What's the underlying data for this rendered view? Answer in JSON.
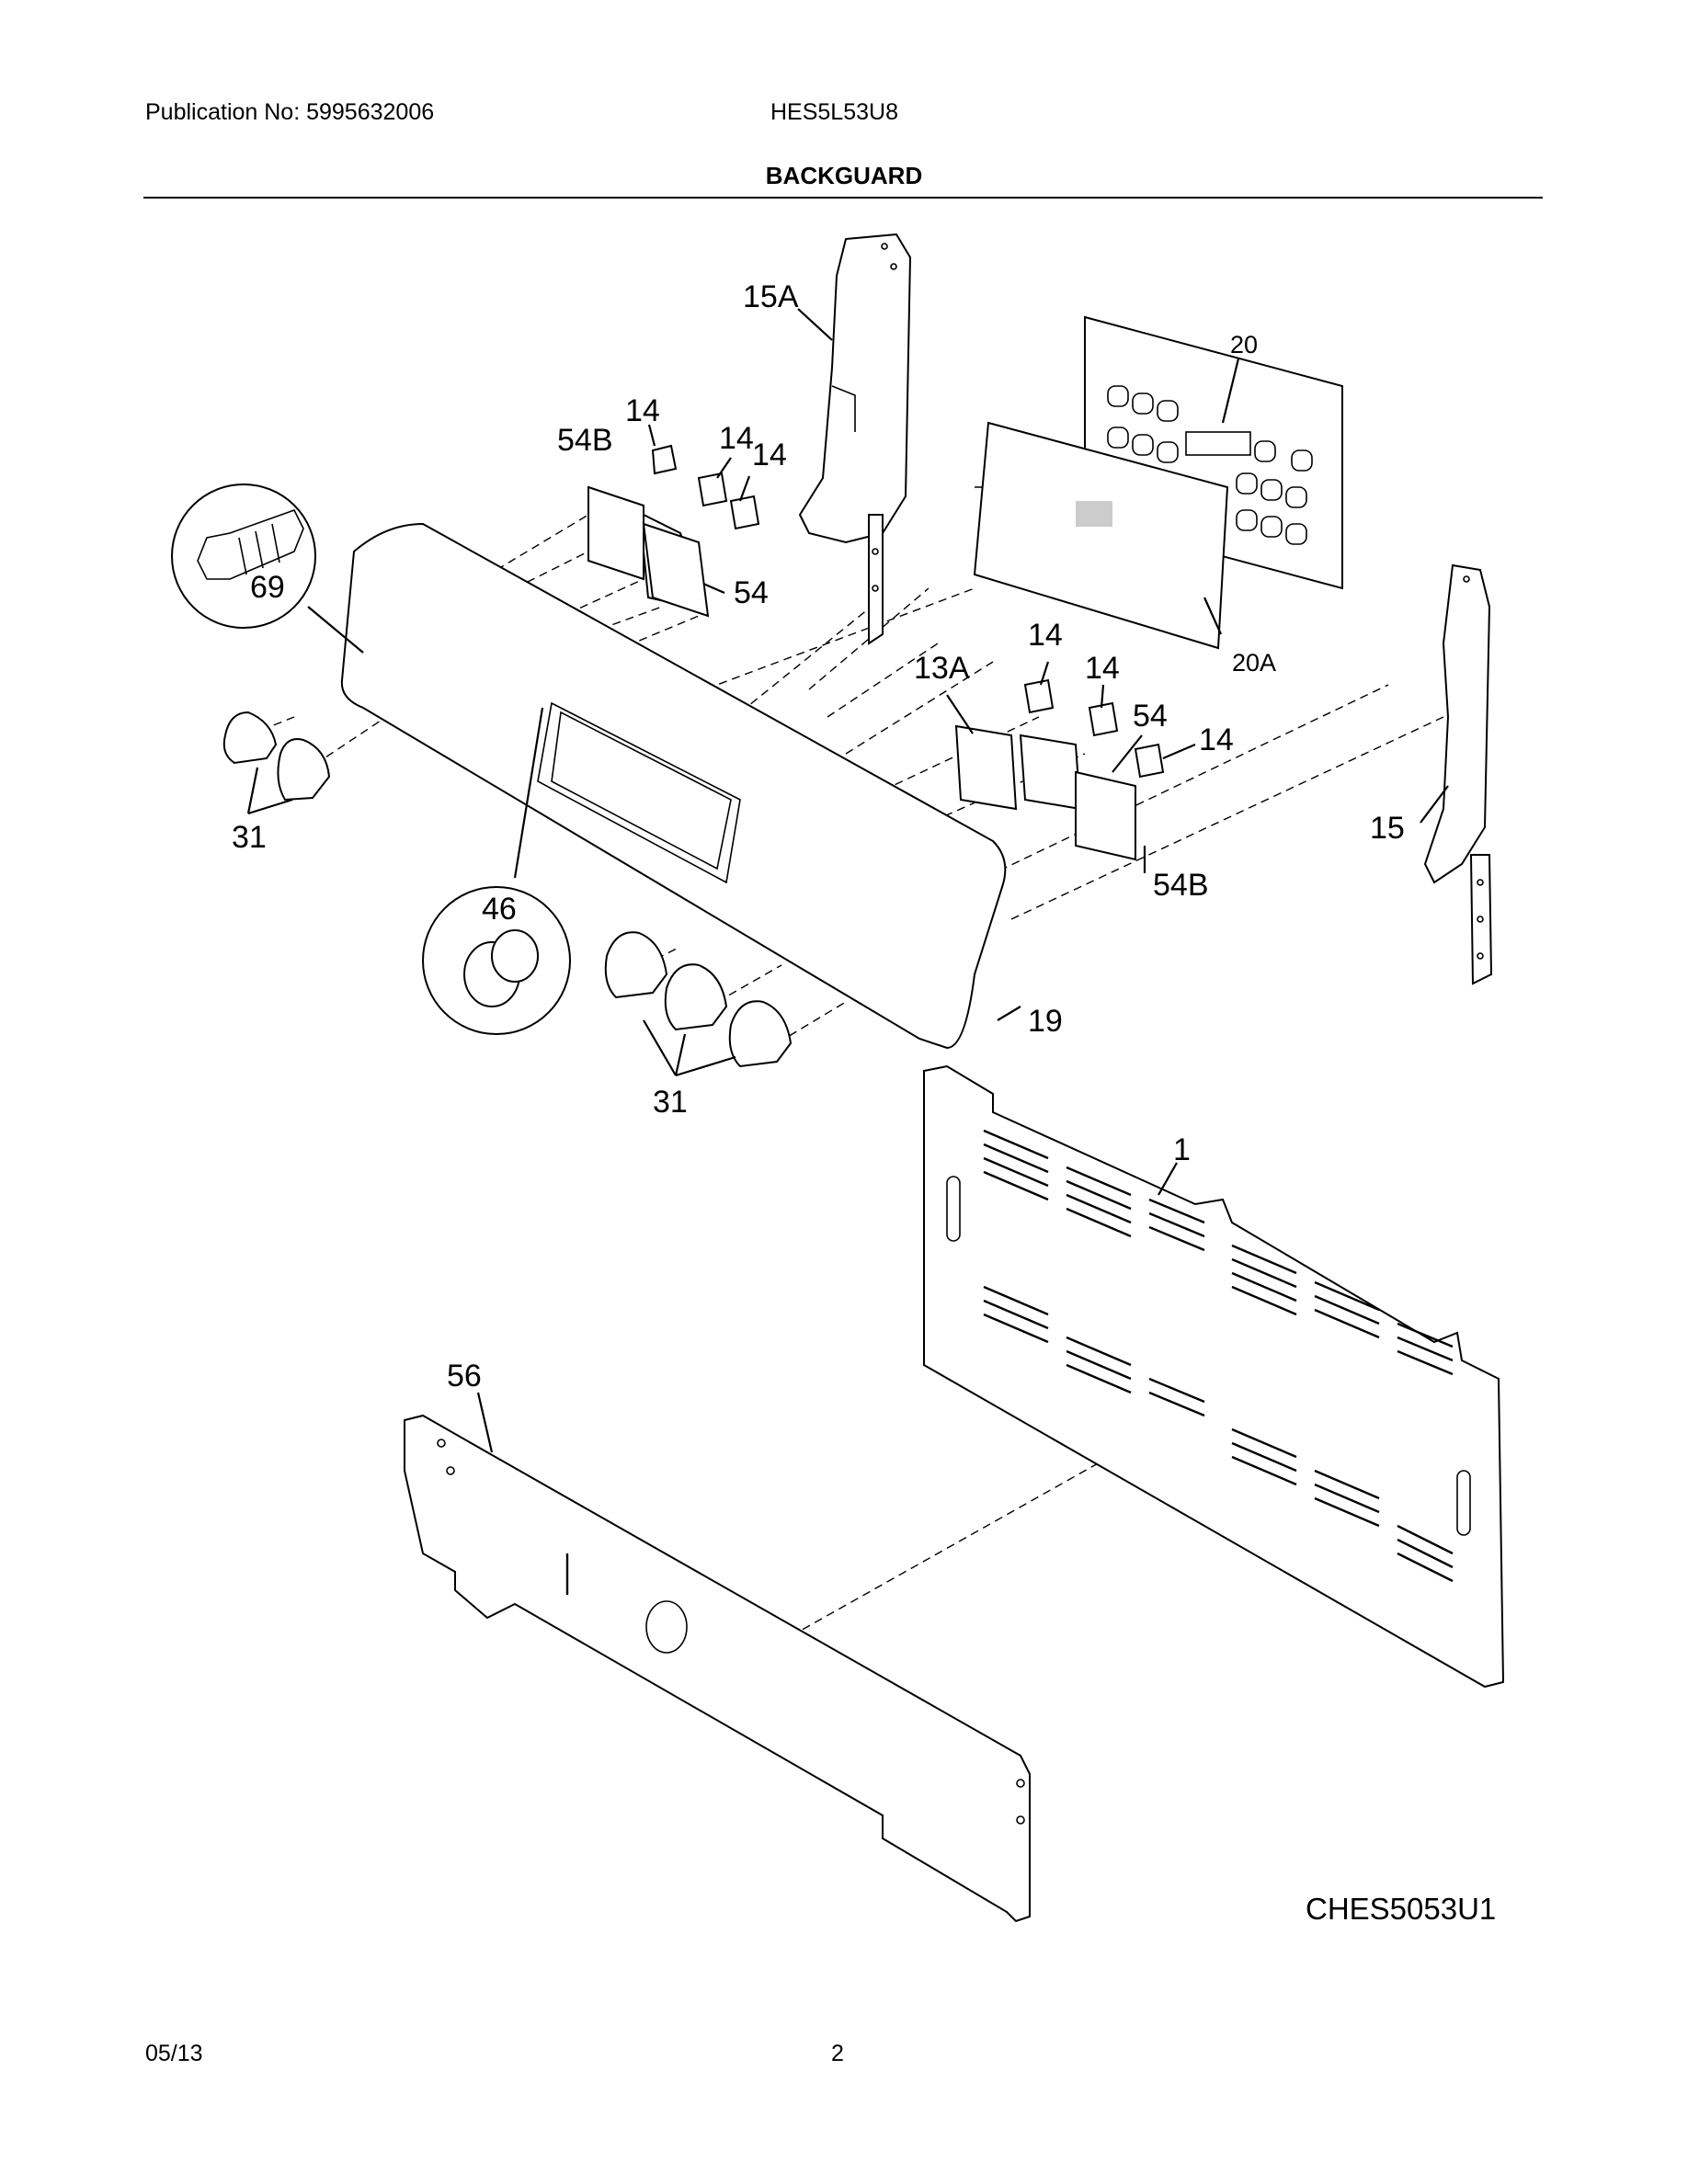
{
  "header": {
    "publication": "Publication No: 5995632006",
    "model": "HES5L53U8",
    "section_title": "BACKGUARD"
  },
  "footer": {
    "date": "05/13",
    "page": "2"
  },
  "diagram": {
    "code": "CHES5053U1",
    "callouts": {
      "p15A": "15A",
      "p20": "20",
      "p14_a": "14",
      "p54B_a": "54B",
      "p14_b": "14",
      "p14_c": "14",
      "p69": "69",
      "p54_a": "54",
      "p14_d": "14",
      "p13A": "13A",
      "p14_e": "14",
      "p20A": "20A",
      "p54_b": "54",
      "p14_f": "14",
      "p15": "15",
      "p31_a": "31",
      "p46": "46",
      "p54B_b": "54B",
      "p19": "19",
      "p31_b": "31",
      "p1": "1",
      "p56": "56"
    }
  }
}
